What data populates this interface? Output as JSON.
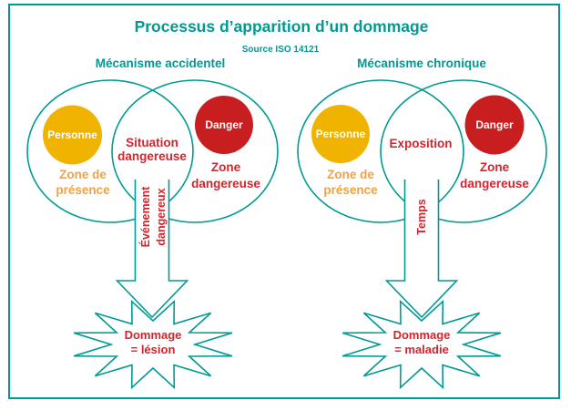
{
  "title": "Processus d’apparition d’un dommage",
  "source": "Source ISO 14121",
  "colors": {
    "teal": "#009a93",
    "yellow_circle": "#f0b400",
    "red_circle": "#c81e20",
    "red_text": "#d5232b",
    "orange_text": "#f0a243",
    "white": "#ffffff"
  },
  "mechanisms": [
    {
      "heading": "Mécanisme accidentel",
      "person_label": "Personne",
      "danger_label": "Danger",
      "presence_zone": [
        "Zone de",
        "présence"
      ],
      "danger_zone": [
        "Zone",
        "dangereuse"
      ],
      "overlap": [
        "Situation",
        "dangereuse"
      ],
      "arrow_label": [
        "Événement",
        "dangereux"
      ],
      "outcome": [
        "Dommage",
        "= lésion"
      ]
    },
    {
      "heading": "Mécanisme chronique",
      "person_label": "Personne",
      "danger_label": "Danger",
      "presence_zone": [
        "Zone de",
        "présence"
      ],
      "danger_zone": [
        "Zone",
        "dangereuse"
      ],
      "overlap": [
        "Exposition"
      ],
      "arrow_label": [
        "Temps"
      ],
      "outcome": [
        "Dommage",
        "= maladie"
      ]
    }
  ]
}
